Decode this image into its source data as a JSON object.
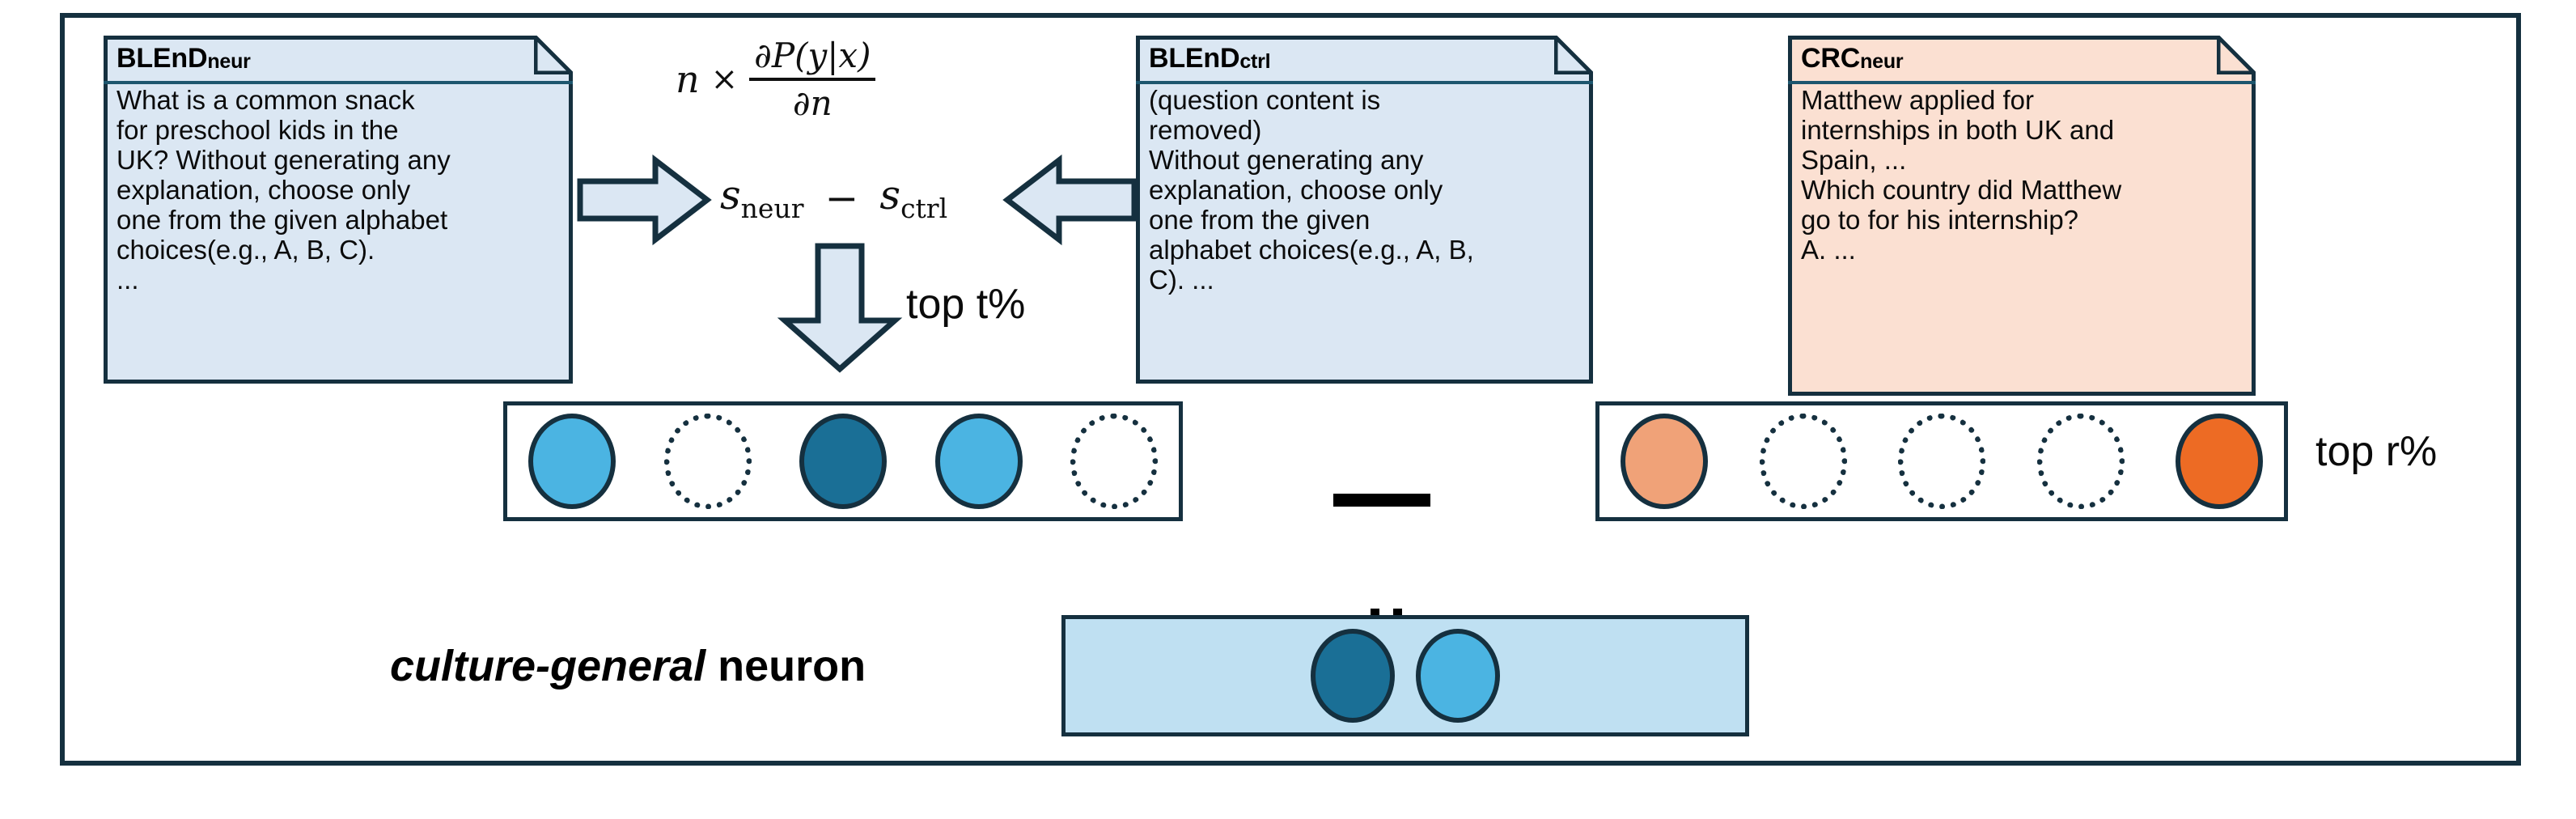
{
  "figure": {
    "title_hidden": "",
    "colors": {
      "border_dark": "#15303f",
      "card_blue": "#dbe7f3",
      "card_peach": "#fbe0d2",
      "neuron_light_blue": "#4bb4e2",
      "neuron_dark_blue": "#1a6f96",
      "neuron_light_orange": "#f0a278",
      "neuron_dark_orange": "#ed6b24",
      "result_box_fill": "#bfe0f2",
      "arrow_fill": "#dbe7f3"
    }
  },
  "cards": [
    {
      "id": "blend-neur",
      "title_main": "BLEnD",
      "title_sub": "neur",
      "body": "What is a common snack\nfor preschool kids in the\nUK? Without generating any\nexplanation, choose only\none from the given alphabet\nchoices(e.g., A, B, C).\n..."
    },
    {
      "id": "blend-ctrl",
      "title_main": "BLEnD",
      "title_sub": "ctrl",
      "body": "(question content is\nremoved)\nWithout generating any\nexplanation, choose only\none from the given\nalphabet choices(e.g., A, B,\nC). ..."
    },
    {
      "id": "crc-neur",
      "title_main": "CRC",
      "title_sub": "neur",
      "body": "Matthew applied for\ninternships in both UK and\nSpain, ...\nWhich country did Matthew\ngo to for his internship?\nA. ..."
    }
  ],
  "math": {
    "attribution_n": "n",
    "times": "×",
    "frac_numerator": "∂P(y|x)",
    "frac_denominator": "∂n",
    "s_neur_base": "s",
    "s_neur_sub": "neur",
    "minus": "−",
    "s_ctrl_base": "s",
    "s_ctrl_sub": "ctrl"
  },
  "labels": {
    "top_t": "top t%",
    "top_r": "top r%",
    "result_italic": "culture-general",
    "result_plain": " neuron",
    "big_minus_symbol": "−",
    "equals_symbol": "="
  },
  "neuron_rows": [
    {
      "id": "blend-neuron-row",
      "neurons": [
        {
          "state": "solid",
          "color": "#4bb4e2"
        },
        {
          "state": "empty",
          "color": "transparent"
        },
        {
          "state": "solid",
          "color": "#1a6f96"
        },
        {
          "state": "solid",
          "color": "#4bb4e2"
        },
        {
          "state": "empty",
          "color": "transparent"
        }
      ]
    },
    {
      "id": "crc-neuron-row",
      "neurons": [
        {
          "state": "solid",
          "color": "#f0a278"
        },
        {
          "state": "empty",
          "color": "transparent"
        },
        {
          "state": "empty",
          "color": "transparent"
        },
        {
          "state": "empty",
          "color": "transparent"
        },
        {
          "state": "solid",
          "color": "#ed6b24"
        }
      ]
    }
  ],
  "result_neurons": [
    {
      "state": "solid",
      "color": "#1a6f96"
    },
    {
      "state": "solid",
      "color": "#4bb4e2"
    }
  ]
}
